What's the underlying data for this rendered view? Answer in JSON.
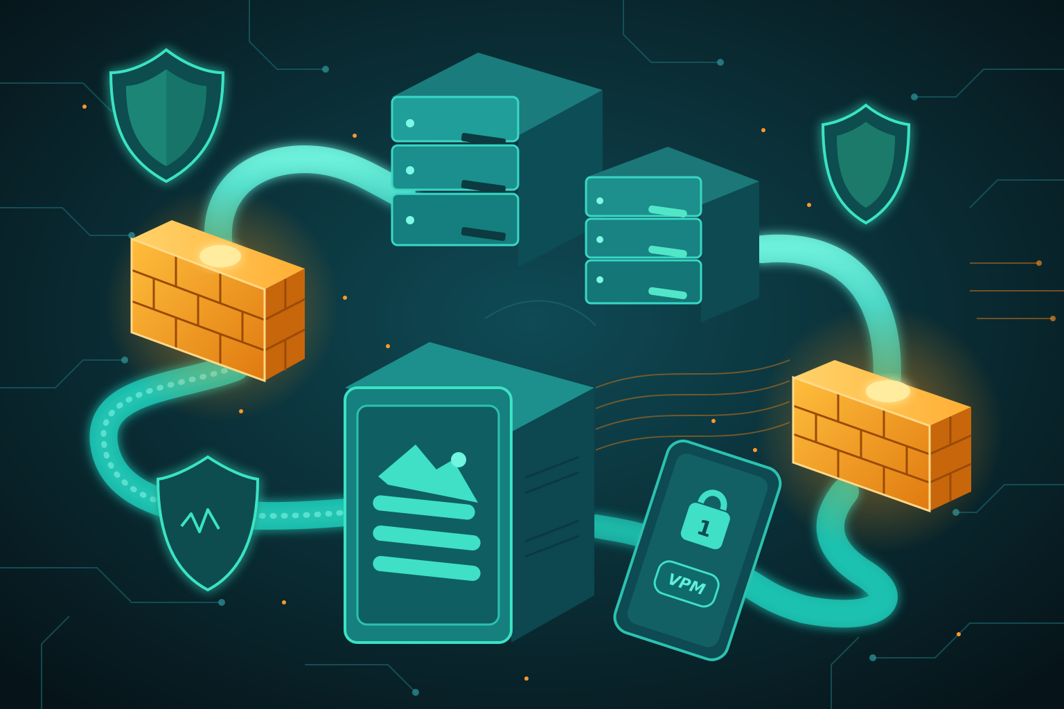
{
  "scene": {
    "palette": {
      "background_center": "#0f4a55",
      "background_edge": "#061419",
      "teal": "#2fd6c3",
      "teal_dark": "#0f5a61",
      "firewall_orange": "#ffa11f",
      "firewall_shadow": "#b55b0a",
      "circuit_line": "#1d6b72"
    },
    "icons": [
      "shield-icon-top-left",
      "shield-icon-top-right",
      "shield-icon-pulse",
      "firewall-icon-left",
      "firewall-icon-right",
      "server-rack-icon",
      "server-stack-icon",
      "document-server-icon",
      "mobile-phone-icon",
      "padlock-icon"
    ],
    "phone": {
      "badge_label": "VPM",
      "lock_digit": "1"
    }
  }
}
